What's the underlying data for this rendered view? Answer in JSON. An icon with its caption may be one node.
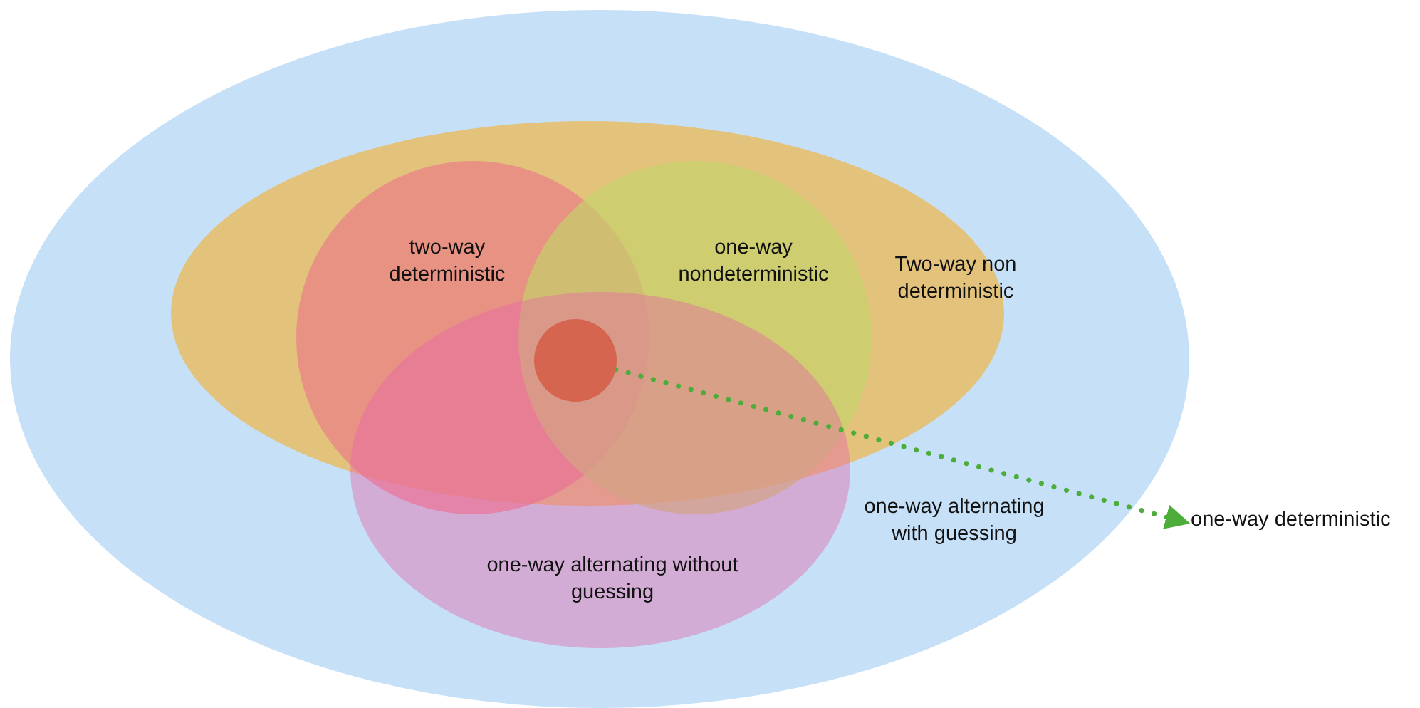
{
  "diagram": {
    "nodes": [
      {
        "text": [
          "one-way alternating with guessing"
        ]
      },
      {
        "text": [
          "Two-way non deterministic"
        ],
        "in": 0
      },
      {
        "text": [
          "two-way deterministic"
        ],
        "in": 1
      },
      {
        "text": [
          "one-way nondeterministic"
        ],
        "in": 1
      },
      {
        "text": [
          "one-way alternating without guessing"
        ],
        "in": 0
      },
      {
        "text": [],
        "shape": "circle"
      },
      {
        "text": [
          "one-way deterministic"
        ]
      }
    ],
    "edges": [
      {
        "from": 5,
        "to": 6,
        "arrow": "to",
        "style": "dashed",
        "color": "#4cad3a"
      }
    ]
  }
}
